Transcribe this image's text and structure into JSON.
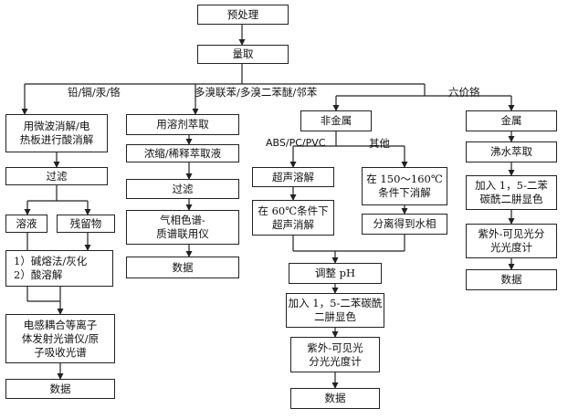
{
  "steps": {
    "pretreatment": "预处理",
    "weigh": "量取"
  },
  "branch_labels": {
    "metals": "铅/镉/汞/铬",
    "brominated": "多溴联苯/多溴二苯醚/邻苯",
    "hexavalent_chromium": "六价铬",
    "abs_pc_pvc": "ABS/PC/PVC",
    "other": "其他"
  },
  "col1": {
    "digest": "用微波消解/电\n热板进行酸消解",
    "filter": "过滤",
    "solution": "溶液",
    "residue": "残留物",
    "fusion": "1）碱熔法/灰化\n2）酸溶解",
    "icp": "电感耦合等离子\n体发射光谱仪/原\n子吸收光谱",
    "data": "数据"
  },
  "col2": {
    "solvent_extract": "用溶剂萃取",
    "concentrate": "浓缩/稀释萃取液",
    "filter": "过滤",
    "gcms": "气相色谱-\n质谱联用仪",
    "data": "数据"
  },
  "col3": {
    "nonmetal": "非金属",
    "ultrasonic": "超声溶解",
    "ultrasonic_60": "在 60℃条件下\n超声消解",
    "digest_150": "在 150～160℃\n条件下消解",
    "separate": "分离得到水相",
    "adjust_ph": "调整 pH",
    "add_reagent": "加入 1，5-二苯碳酰\n二肼显色",
    "uv_vis": "紫外-可见光\n分光光度计",
    "data": "数据"
  },
  "col4": {
    "metal": "金属",
    "boil_extract": "沸水萃取",
    "add_reagent": "加入 1，5-二苯\n碳酰二肼显色",
    "uv_vis": "紫外-可见光分\n光光度计",
    "data": "数据"
  }
}
